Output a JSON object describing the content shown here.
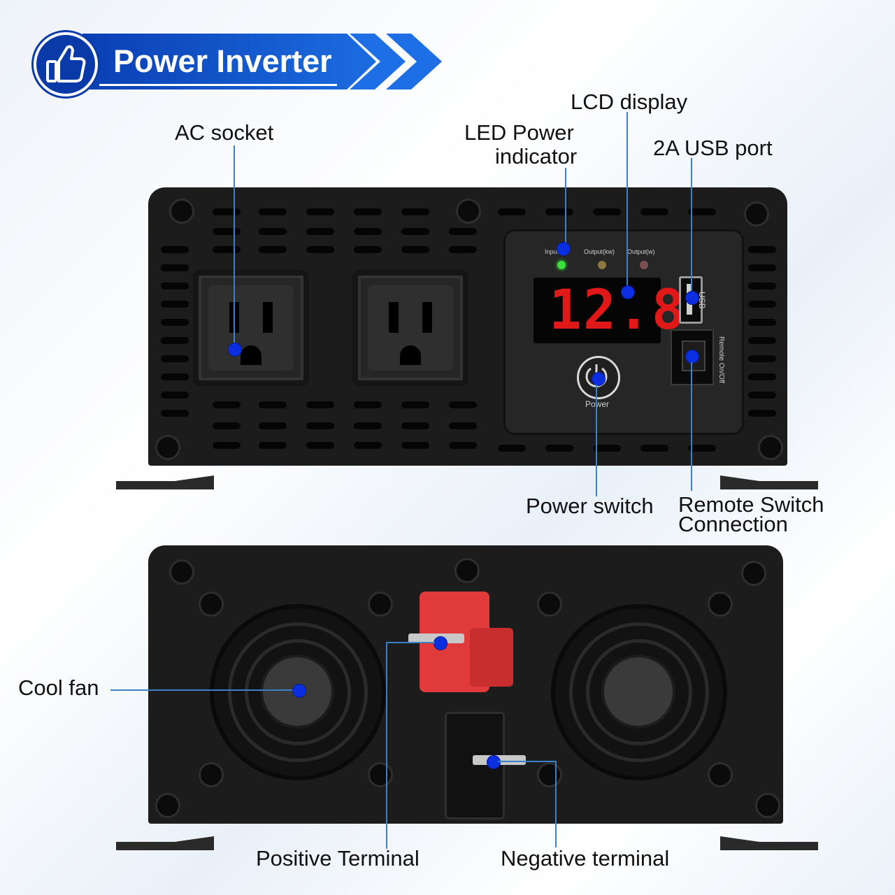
{
  "banner": {
    "title": "Power Inverter",
    "icon": "thumbs-up-icon"
  },
  "front": {
    "panel": {
      "led_labels": [
        "Input(v)",
        "Output(kw)",
        "Output(w)"
      ],
      "display_value": "12.8",
      "power_button_label": "Power",
      "usb_label": "USB",
      "remote_label": "Remote On/Off"
    },
    "callouts": {
      "ac_socket": "AC socket",
      "led_indicator_line1": "LED Power",
      "led_indicator_line2": "indicator",
      "lcd_display": "LCD display",
      "usb_port": "2A USB port",
      "power_switch": "Power switch",
      "remote_line1": "Remote Switch",
      "remote_line2": "Connection"
    }
  },
  "back": {
    "callouts": {
      "cool_fan": "Cool fan",
      "positive_terminal": "Positive Terminal",
      "negative_terminal": "Negative terminal"
    }
  },
  "colors": {
    "banner_blue": "#0b3fb4",
    "callout_dot": "#0b2fe0",
    "leader_line": "#3a82c8",
    "lcd_red": "#e01818",
    "positive_red": "#e03a3a"
  }
}
